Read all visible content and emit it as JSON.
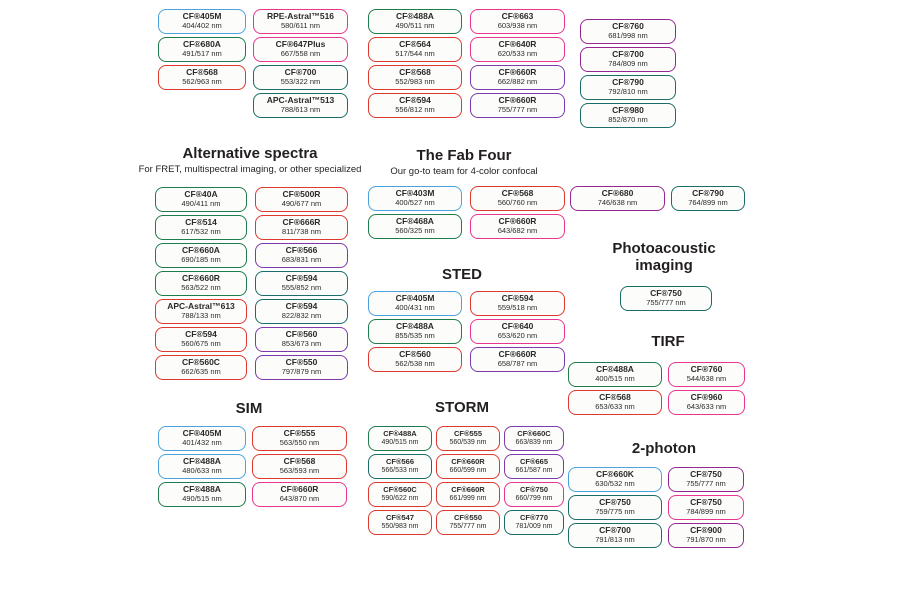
{
  "colors": {
    "blue": "#4aa3dc",
    "green": "#1e7b4b",
    "teal": "#1a6d68",
    "red": "#df382e",
    "pink": "#e8368f",
    "purple": "#7c3aad",
    "plum": "#96278f"
  },
  "titles": {
    "alt": {
      "title": "Alternative spectra",
      "subtitle": "For FRET, multispectral imaging, or other specialized"
    },
    "fab": {
      "title": "The Fab Four",
      "subtitle": "Our go-to team for 4-color confocal"
    },
    "sted": {
      "title": "STED"
    },
    "sim": {
      "title": "SIM"
    },
    "storm": {
      "title": "STORM"
    },
    "photoacoustic": {
      "title": "Photoacoustic imaging"
    },
    "tirf": {
      "title": "TIRF"
    },
    "twophoton": {
      "title": "2-photon"
    }
  },
  "groups": {
    "top1": [
      {
        "name": "CF®405M",
        "value": "404/402 nm",
        "color": "blue"
      },
      {
        "name": "CF®680A",
        "value": "491/517 nm",
        "color": "green"
      },
      {
        "name": "CF®568",
        "value": "562/963 nm",
        "color": "red"
      }
    ],
    "top2": [
      {
        "name": "RPE-Astral™516",
        "value": "580/611 nm",
        "color": "pink"
      },
      {
        "name": "CF®647Plus",
        "value": "667/558 nm",
        "color": "pink"
      },
      {
        "name": "CF®700",
        "value": "553/322 nm",
        "color": "teal"
      },
      {
        "name": "APC-Astral™513",
        "value": "788/613 nm",
        "color": "teal"
      }
    ],
    "top3": [
      {
        "name": "CF®488A",
        "value": "490/511 nm",
        "color": "green"
      },
      {
        "name": "CF®564",
        "value": "517/544 nm",
        "color": "red"
      },
      {
        "name": "CF®568",
        "value": "552/983 nm",
        "color": "red"
      },
      {
        "name": "CF®594",
        "value": "556/812 nm",
        "color": "red"
      }
    ],
    "top4": [
      {
        "name": "CF®663",
        "value": "603/938 nm",
        "color": "pink"
      },
      {
        "name": "CF®640R",
        "value": "620/533 nm",
        "color": "pink"
      },
      {
        "name": "CF®660R",
        "value": "662/882 nm",
        "color": "purple"
      },
      {
        "name": "CF®660R",
        "value": "755/777 nm",
        "color": "purple"
      }
    ],
    "top5": [
      {
        "name": "CF®760",
        "value": "681/998 nm",
        "color": "plum"
      },
      {
        "name": "CF®700",
        "value": "784/809 nm",
        "color": "plum"
      },
      {
        "name": "CF®790",
        "value": "792/810 nm",
        "color": "teal"
      },
      {
        "name": "CF®980",
        "value": "852/870 nm",
        "color": "teal"
      }
    ],
    "alt1": [
      {
        "name": "CF®40A",
        "value": "490/411 nm",
        "color": "green"
      },
      {
        "name": "CF®514",
        "value": "617/532 nm",
        "color": "green"
      },
      {
        "name": "CF®660A",
        "value": "690/185 nm",
        "color": "green"
      },
      {
        "name": "CF®660R",
        "value": "563/522 nm",
        "color": "green"
      },
      {
        "name": "APC-Astral™613",
        "value": "788/133 nm",
        "color": "red"
      },
      {
        "name": "CF®594",
        "value": "560/675 nm",
        "color": "red"
      },
      {
        "name": "CF®560C",
        "value": "662/635 nm",
        "color": "red"
      }
    ],
    "alt2": [
      {
        "name": "CF®500R",
        "value": "490/677 nm",
        "color": "red"
      },
      {
        "name": "CF®666R",
        "value": "811/738 nm",
        "color": "red"
      },
      {
        "name": "CF®566",
        "value": "683/831 nm",
        "color": "purple"
      },
      {
        "name": "CF®594",
        "value": "555/852 nm",
        "color": "teal"
      },
      {
        "name": "CF®594",
        "value": "822/832 nm",
        "color": "teal"
      },
      {
        "name": "CF®560",
        "value": "853/673 nm",
        "color": "purple"
      },
      {
        "name": "CF®550",
        "value": "797/879 nm",
        "color": "purple"
      }
    ],
    "fab1": [
      {
        "name": "CF®403M",
        "value": "400/527 nm",
        "color": "blue"
      },
      {
        "name": "CF®468A",
        "value": "560/325 nm",
        "color": "green"
      }
    ],
    "fab2": [
      {
        "name": "CF®568",
        "value": "560/760 nm",
        "color": "red"
      },
      {
        "name": "CF®660R",
        "value": "643/682 nm",
        "color": "pink"
      }
    ],
    "sted1": [
      {
        "name": "CF®405M",
        "value": "400/431 nm",
        "color": "blue"
      },
      {
        "name": "CF®488A",
        "value": "855/535 nm",
        "color": "green"
      },
      {
        "name": "CF®560",
        "value": "562/538 nm",
        "color": "red"
      }
    ],
    "sted2": [
      {
        "name": "CF®594",
        "value": "559/518 nm",
        "color": "red"
      },
      {
        "name": "CF®640",
        "value": "653/620 nm",
        "color": "pink"
      },
      {
        "name": "CF®660R",
        "value": "658/787 nm",
        "color": "purple"
      }
    ],
    "sim1": [
      {
        "name": "CF®405M",
        "value": "401/432 nm",
        "color": "blue"
      },
      {
        "name": "CF®488A",
        "value": "480/633 nm",
        "color": "blue"
      },
      {
        "name": "CF®488A",
        "value": "490/515 nm",
        "color": "green"
      }
    ],
    "sim2": [
      {
        "name": "CF®555",
        "value": "563/550 nm",
        "color": "red"
      },
      {
        "name": "CF®568",
        "value": "563/593 nm",
        "color": "red"
      },
      {
        "name": "CF®660R",
        "value": "643/870 nm",
        "color": "pink"
      }
    ],
    "storm1": [
      {
        "name": "CF®488A",
        "value": "490/515 nm",
        "color": "green"
      },
      {
        "name": "CF®566",
        "value": "566/533 nm",
        "color": "teal"
      },
      {
        "name": "CF®560C",
        "value": "590/622 nm",
        "color": "red"
      },
      {
        "name": "CF®547",
        "value": "550/983 nm",
        "color": "red"
      }
    ],
    "storm2": [
      {
        "name": "CF®555",
        "value": "560/539 nm",
        "color": "red"
      },
      {
        "name": "CF®660R",
        "value": "660/599 nm",
        "color": "red"
      },
      {
        "name": "CF®660R",
        "value": "661/999 nm",
        "color": "red"
      },
      {
        "name": "CF®550",
        "value": "755/777 nm",
        "color": "red"
      }
    ],
    "storm3": [
      {
        "name": "CF®660C",
        "value": "663/839 nm",
        "color": "purple"
      },
      {
        "name": "CF®665",
        "value": "661/587 nm",
        "color": "purple"
      },
      {
        "name": "CF®750",
        "value": "660/799 nm",
        "color": "pink"
      },
      {
        "name": "CF®770",
        "value": "781/009 nm",
        "color": "teal"
      }
    ],
    "rightA": [
      {
        "name": "CF®680",
        "value": "746/638 nm",
        "color": "plum"
      }
    ],
    "rightB": [
      {
        "name": "CF®790",
        "value": "764/899 nm",
        "color": "teal"
      }
    ],
    "photoacoustic": [
      {
        "name": "CF®750",
        "value": "755/777 nm",
        "color": "teal"
      }
    ],
    "tirf1": [
      {
        "name": "CF®488A",
        "value": "400/515 nm",
        "color": "green"
      },
      {
        "name": "CF®568",
        "value": "653/633 nm",
        "color": "red"
      }
    ],
    "tirf2": [
      {
        "name": "CF®760",
        "value": "544/638 nm",
        "color": "pink"
      },
      {
        "name": "CF®960",
        "value": "643/633 nm",
        "color": "pink"
      }
    ],
    "twophoton1": [
      {
        "name": "CF®660K",
        "value": "630/532 nm",
        "color": "blue"
      },
      {
        "name": "CF®750",
        "value": "759/775 nm",
        "color": "teal"
      },
      {
        "name": "CF®700",
        "value": "791/813 nm",
        "color": "teal"
      }
    ],
    "twophoton2": [
      {
        "name": "CF®750",
        "value": "755/777 nm",
        "color": "plum"
      },
      {
        "name": "CF®750",
        "value": "784/899 nm",
        "color": "pink"
      },
      {
        "name": "CF®900",
        "value": "791/870 nm",
        "color": "plum"
      }
    ]
  }
}
